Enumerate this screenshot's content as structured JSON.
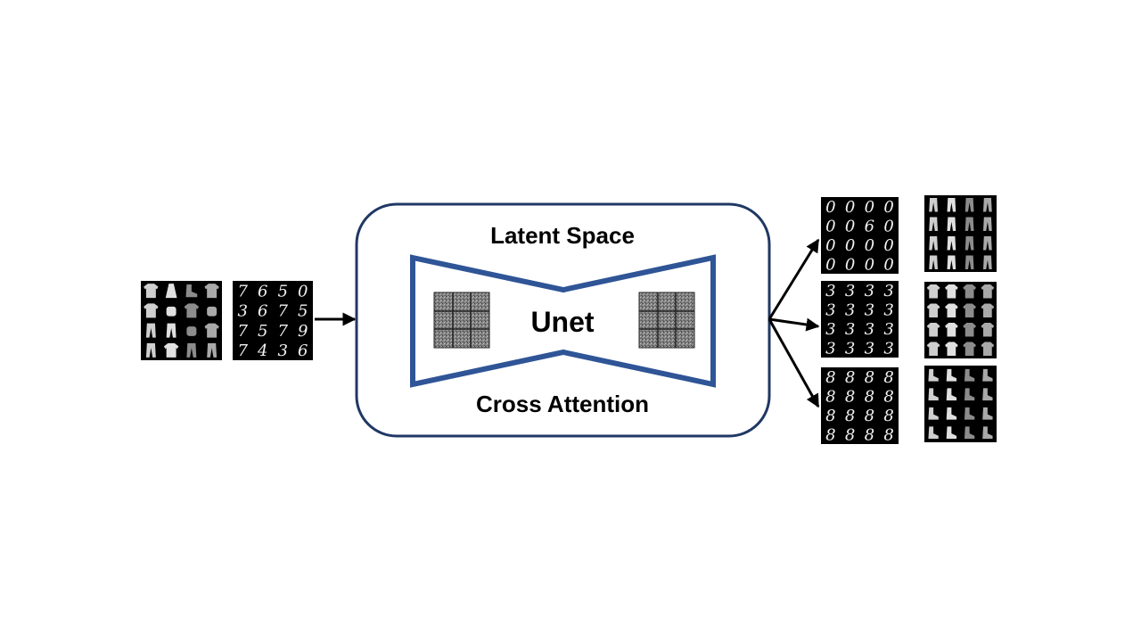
{
  "diagram": {
    "latent_space_label": "Latent Space",
    "unet_label": "Unet",
    "cross_attention_label": "Cross Attention",
    "inputs": [
      {
        "name": "fashion-input-grid",
        "kind": "fashion",
        "digits": []
      },
      {
        "name": "digits-input-grid",
        "kind": "digits",
        "digits": [
          "7",
          "6",
          "5",
          "0",
          "3",
          "6",
          "7",
          "5",
          "7",
          "5",
          "7",
          "9",
          "7",
          "4",
          "3",
          "6"
        ]
      }
    ],
    "outputs_digits": [
      {
        "name": "digit-0-output-grid",
        "digits": [
          "0",
          "0",
          "0",
          "0",
          "0",
          "0",
          "6",
          "0",
          "0",
          "0",
          "0",
          "0",
          "0",
          "0",
          "0",
          "0"
        ]
      },
      {
        "name": "digit-3-output-grid",
        "digits": [
          "3",
          "3",
          "3",
          "3",
          "3",
          "3",
          "3",
          "3",
          "3",
          "3",
          "3",
          "3",
          "3",
          "3",
          "3",
          "3"
        ]
      },
      {
        "name": "digit-8-output-grid",
        "digits": [
          "8",
          "8",
          "8",
          "8",
          "8",
          "8",
          "8",
          "8",
          "8",
          "8",
          "8",
          "8",
          "8",
          "8",
          "8",
          "8"
        ]
      }
    ],
    "outputs_fashion": [
      {
        "name": "trousers-output-grid",
        "kind": "trousers"
      },
      {
        "name": "tops-output-grid",
        "kind": "tops"
      },
      {
        "name": "boots-output-grid",
        "kind": "boots"
      }
    ],
    "colors": {
      "frame": "#203864",
      "unet": "#2f5597",
      "arrow": "#000000",
      "tile": "#000000"
    }
  }
}
